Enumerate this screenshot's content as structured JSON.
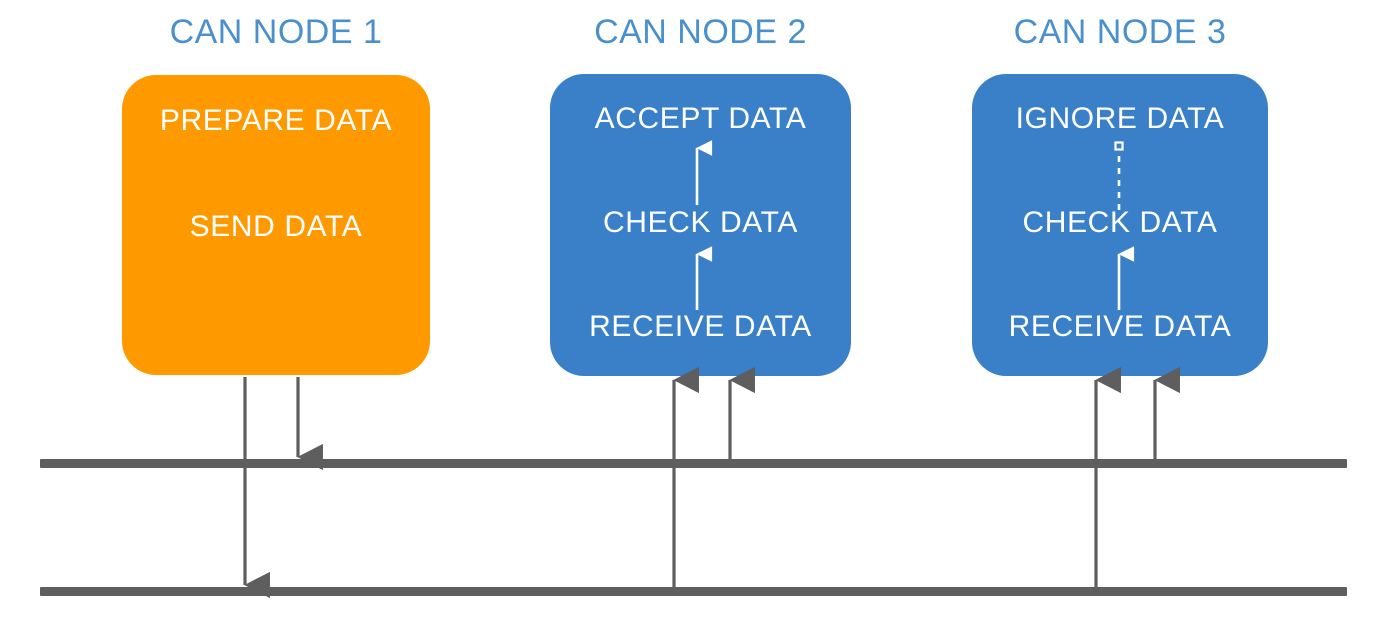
{
  "diagram": {
    "title_text_color": "#4a90cc",
    "sender_color": "#ff9900",
    "receiver_color": "#3a80c8",
    "bus_color": "#5e5e5e",
    "arrow_color": "#5e5e5e",
    "inner_arrow_color": "#ffffff",
    "nodes": [
      {
        "id": "can-node-1",
        "title": "CAN NODE 1",
        "role": "sender",
        "color": "#ff9900",
        "steps": [
          {
            "label": "PREPARE DATA"
          },
          {
            "label": "SEND DATA"
          }
        ],
        "inner_arrows": [],
        "bus_arrows": [
          {
            "name": "send-to-can-low",
            "direction": "down",
            "target": "bus-line-lower"
          },
          {
            "name": "send-to-can-high",
            "direction": "down",
            "target": "bus-line-upper"
          }
        ]
      },
      {
        "id": "can-node-2",
        "title": "CAN NODE 2",
        "role": "receiver-accept",
        "color": "#3a80c8",
        "steps": [
          {
            "label": "ACCEPT DATA"
          },
          {
            "label": "CHECK DATA"
          },
          {
            "label": "RECEIVE DATA"
          }
        ],
        "inner_arrows": [
          {
            "name": "check-to-accept",
            "style": "solid",
            "direction": "up"
          },
          {
            "name": "receive-to-check",
            "style": "solid",
            "direction": "up"
          }
        ],
        "bus_arrows": [
          {
            "name": "receive-from-can-low",
            "direction": "up",
            "target": "bus-line-lower"
          },
          {
            "name": "receive-from-can-high",
            "direction": "up",
            "target": "bus-line-upper"
          }
        ]
      },
      {
        "id": "can-node-3",
        "title": "CAN NODE 3",
        "role": "receiver-ignore",
        "color": "#3a80c8",
        "steps": [
          {
            "label": "IGNORE DATA"
          },
          {
            "label": "CHECK DATA"
          },
          {
            "label": "RECEIVE DATA"
          }
        ],
        "inner_arrows": [
          {
            "name": "check-to-ignore",
            "style": "dashed",
            "direction": "up"
          },
          {
            "name": "receive-to-check",
            "style": "solid",
            "direction": "up"
          }
        ],
        "bus_arrows": [
          {
            "name": "receive-from-can-low",
            "direction": "up",
            "target": "bus-line-lower"
          },
          {
            "name": "receive-from-can-high",
            "direction": "up",
            "target": "bus-line-upper"
          }
        ]
      }
    ],
    "bus_lines": [
      {
        "id": "bus-line-upper",
        "name": "can-bus-high-line"
      },
      {
        "id": "bus-line-lower",
        "name": "can-bus-low-line"
      }
    ]
  }
}
